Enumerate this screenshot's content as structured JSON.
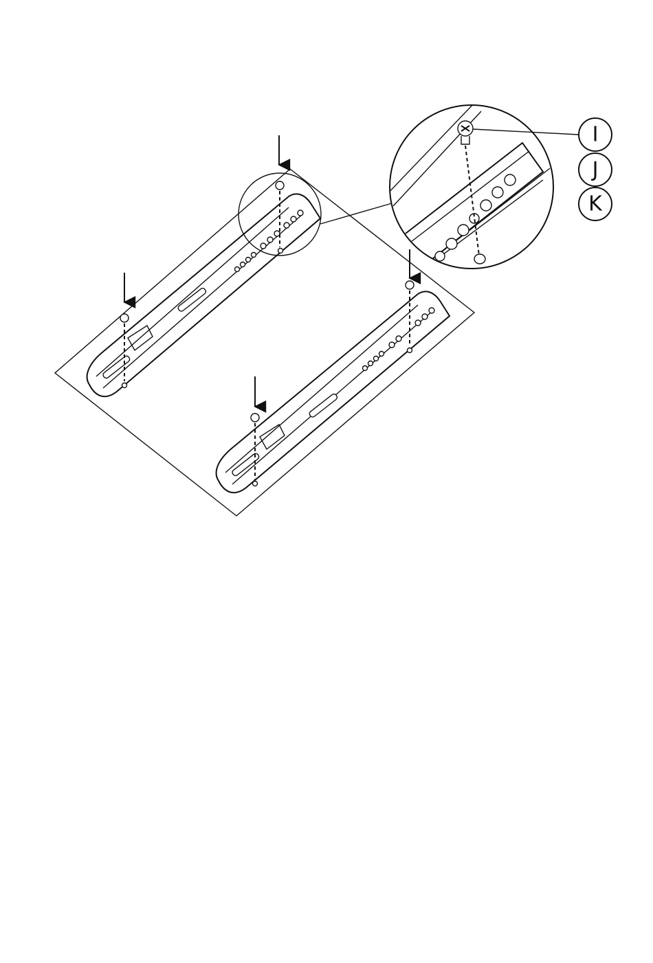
{
  "callouts": [
    {
      "id": "I",
      "label": "I"
    },
    {
      "id": "J",
      "label": "J"
    },
    {
      "id": "K",
      "label": "K"
    }
  ],
  "colors": {
    "line": "#111111",
    "background": "#ffffff"
  },
  "icons": [
    "down-arrow-icon",
    "screw-icon"
  ]
}
